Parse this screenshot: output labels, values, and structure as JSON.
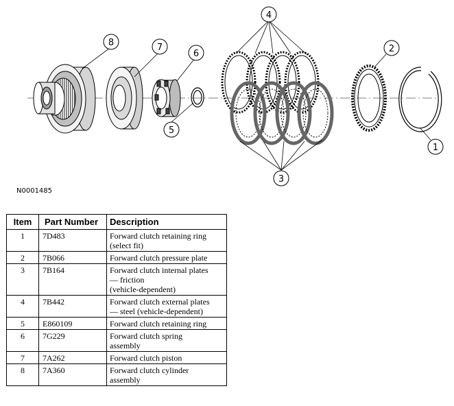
{
  "figure_id": "N0001485",
  "callouts": [
    "1",
    "2",
    "3",
    "4",
    "5",
    "6",
    "7",
    "8"
  ],
  "table": {
    "headers": [
      "Item",
      "Part Number",
      "Description"
    ],
    "rows": [
      {
        "item": "1",
        "part": "7D483",
        "desc": [
          "Forward clutch retaining ring",
          "(select fit)"
        ]
      },
      {
        "item": "2",
        "part": "7B066",
        "desc": [
          "Forward clutch pressure plate"
        ]
      },
      {
        "item": "3",
        "part": "7B164",
        "desc": [
          "Forward clutch internal plates",
          "— friction",
          "(vehicle-dependent)"
        ]
      },
      {
        "item": "4",
        "part": "7B442",
        "desc": [
          "Forward clutch external plates",
          "— steel (vehicle-dependent)"
        ]
      },
      {
        "item": "5",
        "part": "E860109",
        "desc": [
          "Forward clutch retaining ring"
        ]
      },
      {
        "item": "6",
        "part": "7G229",
        "desc": [
          "Forward clutch spring",
          "assembly"
        ]
      },
      {
        "item": "7",
        "part": "7A262",
        "desc": [
          "Forward clutch piston"
        ]
      },
      {
        "item": "8",
        "part": "7A360",
        "desc": [
          "Forward clutch cylinder",
          "assembly"
        ]
      }
    ]
  }
}
